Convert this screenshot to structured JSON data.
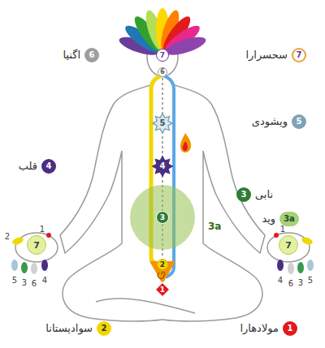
{
  "diagram": {
    "nodes": [
      {
        "text": [
          "7",
          "سحسرارا"
        ]
      },
      {
        "text": [
          "6",
          "اگنیا"
        ]
      },
      {
        "text": [
          "5",
          "ویشودی"
        ]
      },
      {
        "text": [
          "4",
          "قلب"
        ]
      },
      {
        "text": [
          "3",
          "نابی"
        ]
      },
      {
        "text": [
          "3a",
          "وید"
        ]
      },
      {
        "text": [
          "2",
          "سوادیستانا"
        ]
      },
      {
        "text": [
          "1",
          "مولادهارا"
        ]
      },
      {
        "text": [
          "7"
        ]
      },
      {
        "text": [
          "6"
        ]
      },
      {
        "text": [
          "5"
        ]
      },
      {
        "text": [
          "4"
        ]
      },
      {
        "text": [
          "3a"
        ]
      },
      {
        "text": [
          "3"
        ],
        "in": 12
      },
      {
        "text": [
          "2"
        ]
      },
      {
        "text": [
          "1"
        ]
      },
      {
        "text": [
          "7"
        ]
      },
      {
        "text": [
          "7"
        ]
      }
    ],
    "labels": [
      "1",
      "2",
      "5",
      "3",
      "6",
      "4",
      "1",
      "4",
      "6",
      "3",
      "5"
    ]
  }
}
